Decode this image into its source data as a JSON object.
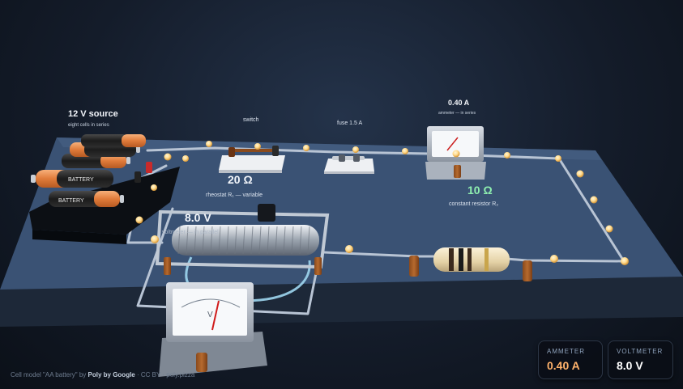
{
  "labels": {
    "source_title": "12 V source",
    "source_sub": "eight cells in series",
    "switch": "switch",
    "fuse": "fuse 1.5 A",
    "ammeter_top": "0.40 A",
    "ammeter_sub": "ammeter — in series",
    "rheostat_value": "20 Ω",
    "rheostat_desc": "rheostat R₁ — variable",
    "resistor_value": "10 Ω",
    "resistor_desc": "constant resistor R₂",
    "voltmeter_value": "8.0 V",
    "voltmeter_desc": "voltmeter — in parallel",
    "battery_print": "BATTERY"
  },
  "meters": {
    "ammeter_label": "AMMETER",
    "ammeter_value": "0.40 A",
    "voltmeter_label": "VOLTMETER",
    "voltmeter_value": "8.0 V",
    "voltmeter_dial_symbol": "V"
  },
  "credit": {
    "prefix": "Cell model \"AA battery\" by",
    "author": "Poly by Google",
    "suffix": "· CC BY · poly.pizza"
  },
  "colors": {
    "board": "#3a5274",
    "wire": "#b8c4d4",
    "bead": "#ffd98a",
    "accent_orange": "#ffb26b",
    "label_green": "#8ff0b0"
  }
}
